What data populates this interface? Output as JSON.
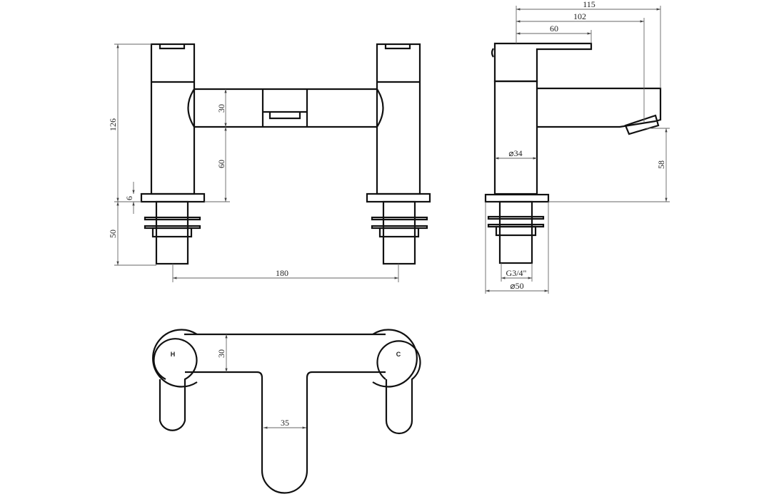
{
  "front_view": {
    "dims": {
      "height_total": "126",
      "base_thickness": "6",
      "bridge_height": "30",
      "bridge_clearance": "60",
      "shank_length": "50",
      "centres": "180"
    }
  },
  "side_view": {
    "dims": {
      "length_spout": "115",
      "length_outlet": "102",
      "length_handle": "60",
      "body_diameter": "⌀34",
      "outlet_height": "58",
      "thread": "G3/4\"",
      "base_diameter": "⌀50"
    }
  },
  "top_view": {
    "labels": {
      "hot": "H",
      "cold": "C"
    },
    "dims": {
      "body_width": "30",
      "spout_width": "35"
    }
  },
  "colors": {
    "line": "#111111",
    "dimension": "#666666",
    "background": "#ffffff"
  }
}
